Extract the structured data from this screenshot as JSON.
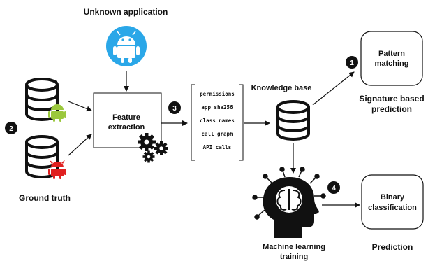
{
  "unknown_app": {
    "label": "Unknown application"
  },
  "ground_truth": {
    "label": "Ground truth"
  },
  "feature_extraction": {
    "line1": "Feature",
    "line2": "extraction"
  },
  "features": [
    "permissions",
    "app sha256",
    "class names",
    "call graph",
    "API calls"
  ],
  "knowledge_base": {
    "label": "Knowledge base"
  },
  "pattern_matching": {
    "line1": "Pattern",
    "line2": "matching"
  },
  "signature_prediction": {
    "line1": "Signature based",
    "line2": "prediction"
  },
  "binary_classification": {
    "line1": "Binary",
    "line2": "classification"
  },
  "ml_training": {
    "line1": "Machine learning",
    "line2": "training"
  },
  "prediction": {
    "label": "Prediction"
  },
  "badges": [
    "1",
    "2",
    "3",
    "4"
  ],
  "icons": {
    "unknown_app": "android-icon",
    "benign": "android-icon",
    "malware": "android-malware-icon",
    "gears": "gears-icon",
    "brain": "ai-brain-head-icon"
  },
  "colors": {
    "android_blue": "#2aa7e8",
    "android_green": "#9bc83d",
    "malware_red": "#e02020",
    "ink": "#111111"
  }
}
